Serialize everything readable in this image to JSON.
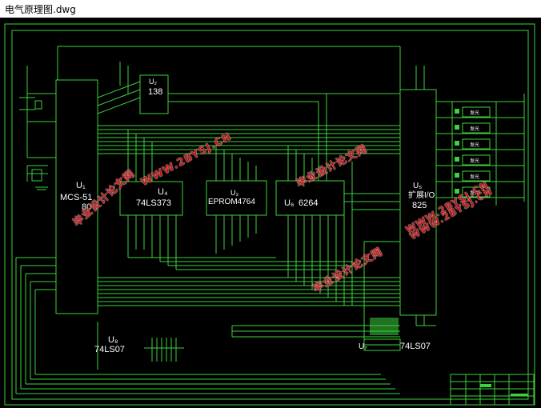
{
  "window": {
    "title": "电气原理图.dwg"
  },
  "colors": {
    "wire": "#3cd23c",
    "frame": "#3cd23c",
    "label": "#ffffff",
    "background": "#000000",
    "watermark": "#c01818"
  },
  "chips": {
    "u1": {
      "ref": "U₁",
      "name": "MCS-51",
      "sub": "80"
    },
    "u2": {
      "ref": "U₂",
      "name": "138"
    },
    "u3": {
      "ref": "U₃",
      "name": "EPROM4764"
    },
    "u4": {
      "ref": "U₄",
      "name": "74LS373"
    },
    "u5": {
      "ref": "U₅",
      "name": "扩展I/O",
      "sub": "825"
    },
    "u6": {
      "ref": "U₆",
      "name": "6264"
    },
    "u7": {
      "ref": "U₇",
      "name": "74LS07"
    },
    "u8": {
      "ref": "U₈",
      "name": "74LS07"
    }
  },
  "leds": {
    "label": "发光",
    "count": 6
  },
  "watermarks": [
    {
      "text": "WWW.2BYSJ.CN"
    },
    {
      "text": "毕业设计论文网"
    },
    {
      "text": "毕业设计论文网"
    },
    {
      "text": "WWW.2BYSJ.CN"
    },
    {
      "text": "WWW.2BYSJ.CN"
    },
    {
      "text": "毕业设计论文网"
    }
  ]
}
